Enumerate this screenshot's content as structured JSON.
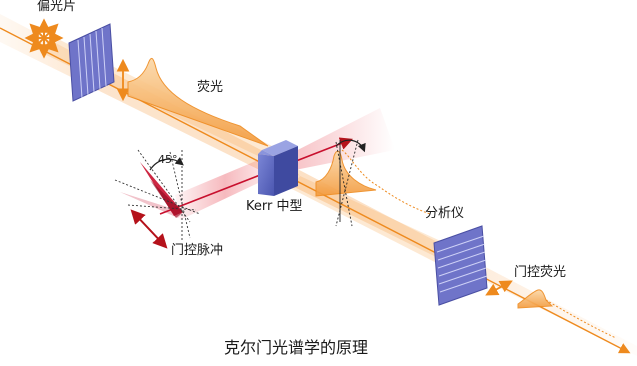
{
  "labels": {
    "polarizer": "偏光片",
    "fluorescence": "荧光",
    "angle": "45°",
    "kerr_medium": "Kerr 中型",
    "gate_pulse": "门控脉冲",
    "analyzer": "分析仪",
    "gated_fluorescence": "门控荧光",
    "title": "克尔门光谱学的原理"
  },
  "colors": {
    "fluorescence_beam": "#f5a14a",
    "gate_beam": "#c8102e",
    "polarizer_plate": "#6f74c9",
    "kerr_cube": "#5f6bc4",
    "analyzer_plate": "#6f74c9"
  },
  "icons": {
    "unpolarized": "starburst-arrows-icon",
    "rotation": "curved-arrow-icon"
  }
}
